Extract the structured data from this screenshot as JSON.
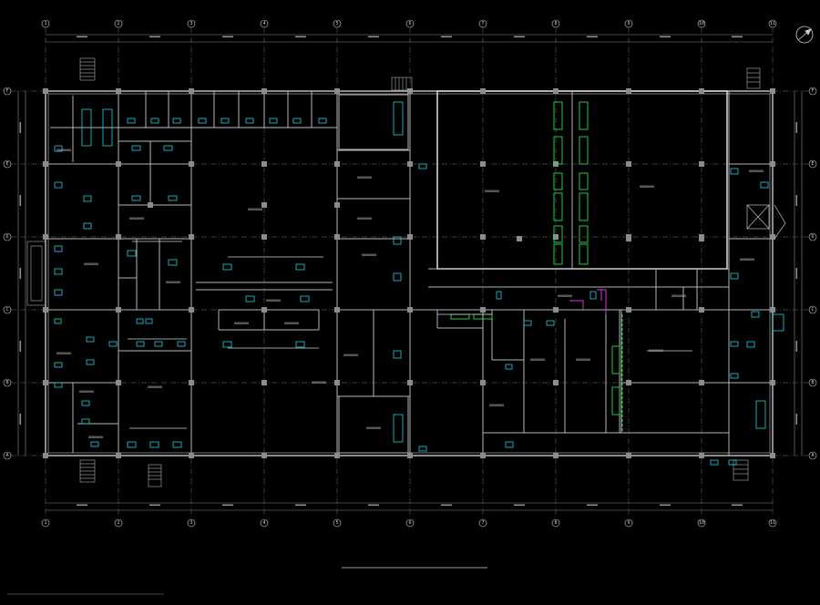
{
  "drawing": {
    "title": "",
    "footnote": "",
    "colors": {
      "background": "#000000",
      "wall": "#bdbdbd",
      "grid": "#7a7a7a",
      "equipment_cyan": "#19d3e6",
      "equipment_green": "#22e04a",
      "highlight_magenta": "#d63ad6"
    },
    "icons": [
      "north-arrow-icon",
      "stair-icon",
      "elevator-icon"
    ]
  },
  "grid_axes": {
    "columns": [
      "1",
      "2",
      "3",
      "4",
      "5",
      "6",
      "7",
      "8",
      "9",
      "10",
      "11"
    ],
    "rows": [
      "F",
      "E",
      "D",
      "C",
      "B",
      "A"
    ]
  }
}
